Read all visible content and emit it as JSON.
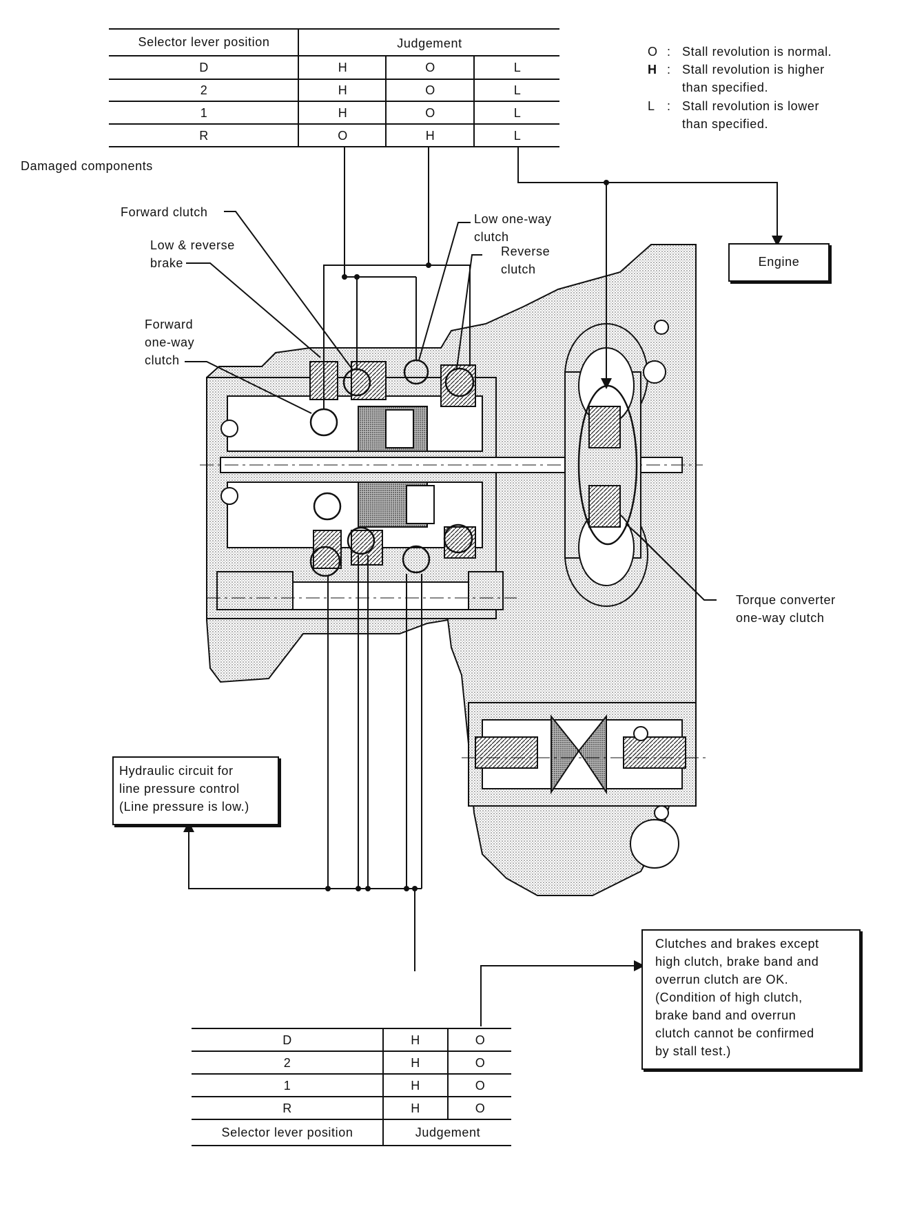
{
  "top_table": {
    "header_position": "Selector lever position",
    "header_judgement": "Judgement",
    "rows": [
      {
        "position": "D",
        "j1": "H",
        "j2": "O",
        "j3": "L"
      },
      {
        "position": "2",
        "j1": "H",
        "j2": "O",
        "j3": "L"
      },
      {
        "position": "1",
        "j1": "H",
        "j2": "O",
        "j3": "L"
      },
      {
        "position": "R",
        "j1": "O",
        "j2": "H",
        "j3": "L"
      }
    ]
  },
  "legend": [
    {
      "symbol": "O",
      "sep": ":",
      "lines": [
        "Stall revolution is normal."
      ]
    },
    {
      "symbol": "H",
      "sep": ":",
      "lines": [
        "Stall revolution is higher",
        "than specified."
      ]
    },
    {
      "symbol": "L",
      "sep": ":",
      "lines": [
        "Stall revolution is lower",
        "than specified."
      ]
    }
  ],
  "labels": {
    "damaged_components": "Damaged components",
    "forward_clutch": "Forward clutch",
    "low_reverse_brake": [
      "Low & reverse",
      "brake"
    ],
    "forward_one_way_clutch": [
      "Forward",
      "one-way",
      "clutch"
    ],
    "low_one_way_clutch": [
      "Low one-way",
      "clutch"
    ],
    "reverse_clutch": [
      "Reverse",
      "clutch"
    ],
    "torque_converter": [
      "Torque converter",
      "one-way clutch"
    ],
    "engine": "Engine",
    "hydraulic_circuit": [
      "Hydraulic circuit for",
      "line pressure control",
      "(Line pressure is low.)"
    ],
    "clutches_ok": [
      "Clutches and brakes except",
      "high clutch, brake band and",
      "overrun clutch are OK.",
      "(Condition of high clutch,",
      "brake band and overrun",
      "clutch cannot be confirmed",
      "by stall test.)"
    ]
  },
  "bottom_table": {
    "rows": [
      {
        "position": "D",
        "j1": "H",
        "j2": "O"
      },
      {
        "position": "2",
        "j1": "H",
        "j2": "O"
      },
      {
        "position": "1",
        "j1": "H",
        "j2": "O"
      },
      {
        "position": "R",
        "j1": "H",
        "j2": "O"
      }
    ],
    "footer_position": "Selector lever position",
    "footer_judgement": "Judgement"
  }
}
